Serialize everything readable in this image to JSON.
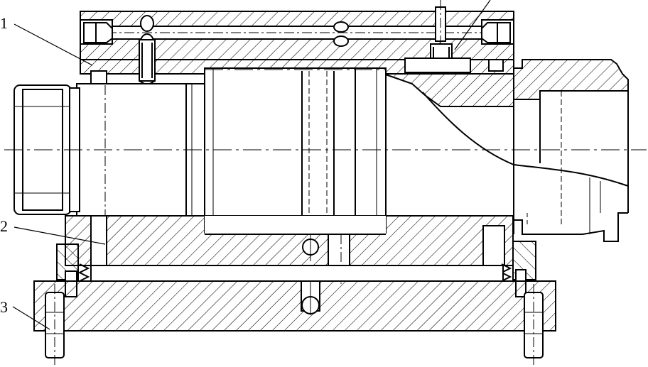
{
  "callouts": [
    {
      "id": "c1",
      "label": "1"
    },
    {
      "id": "c2",
      "label": "2"
    },
    {
      "id": "c3",
      "label": "3"
    }
  ],
  "colors": {
    "line": "#000000",
    "background": "#ffffff"
  }
}
